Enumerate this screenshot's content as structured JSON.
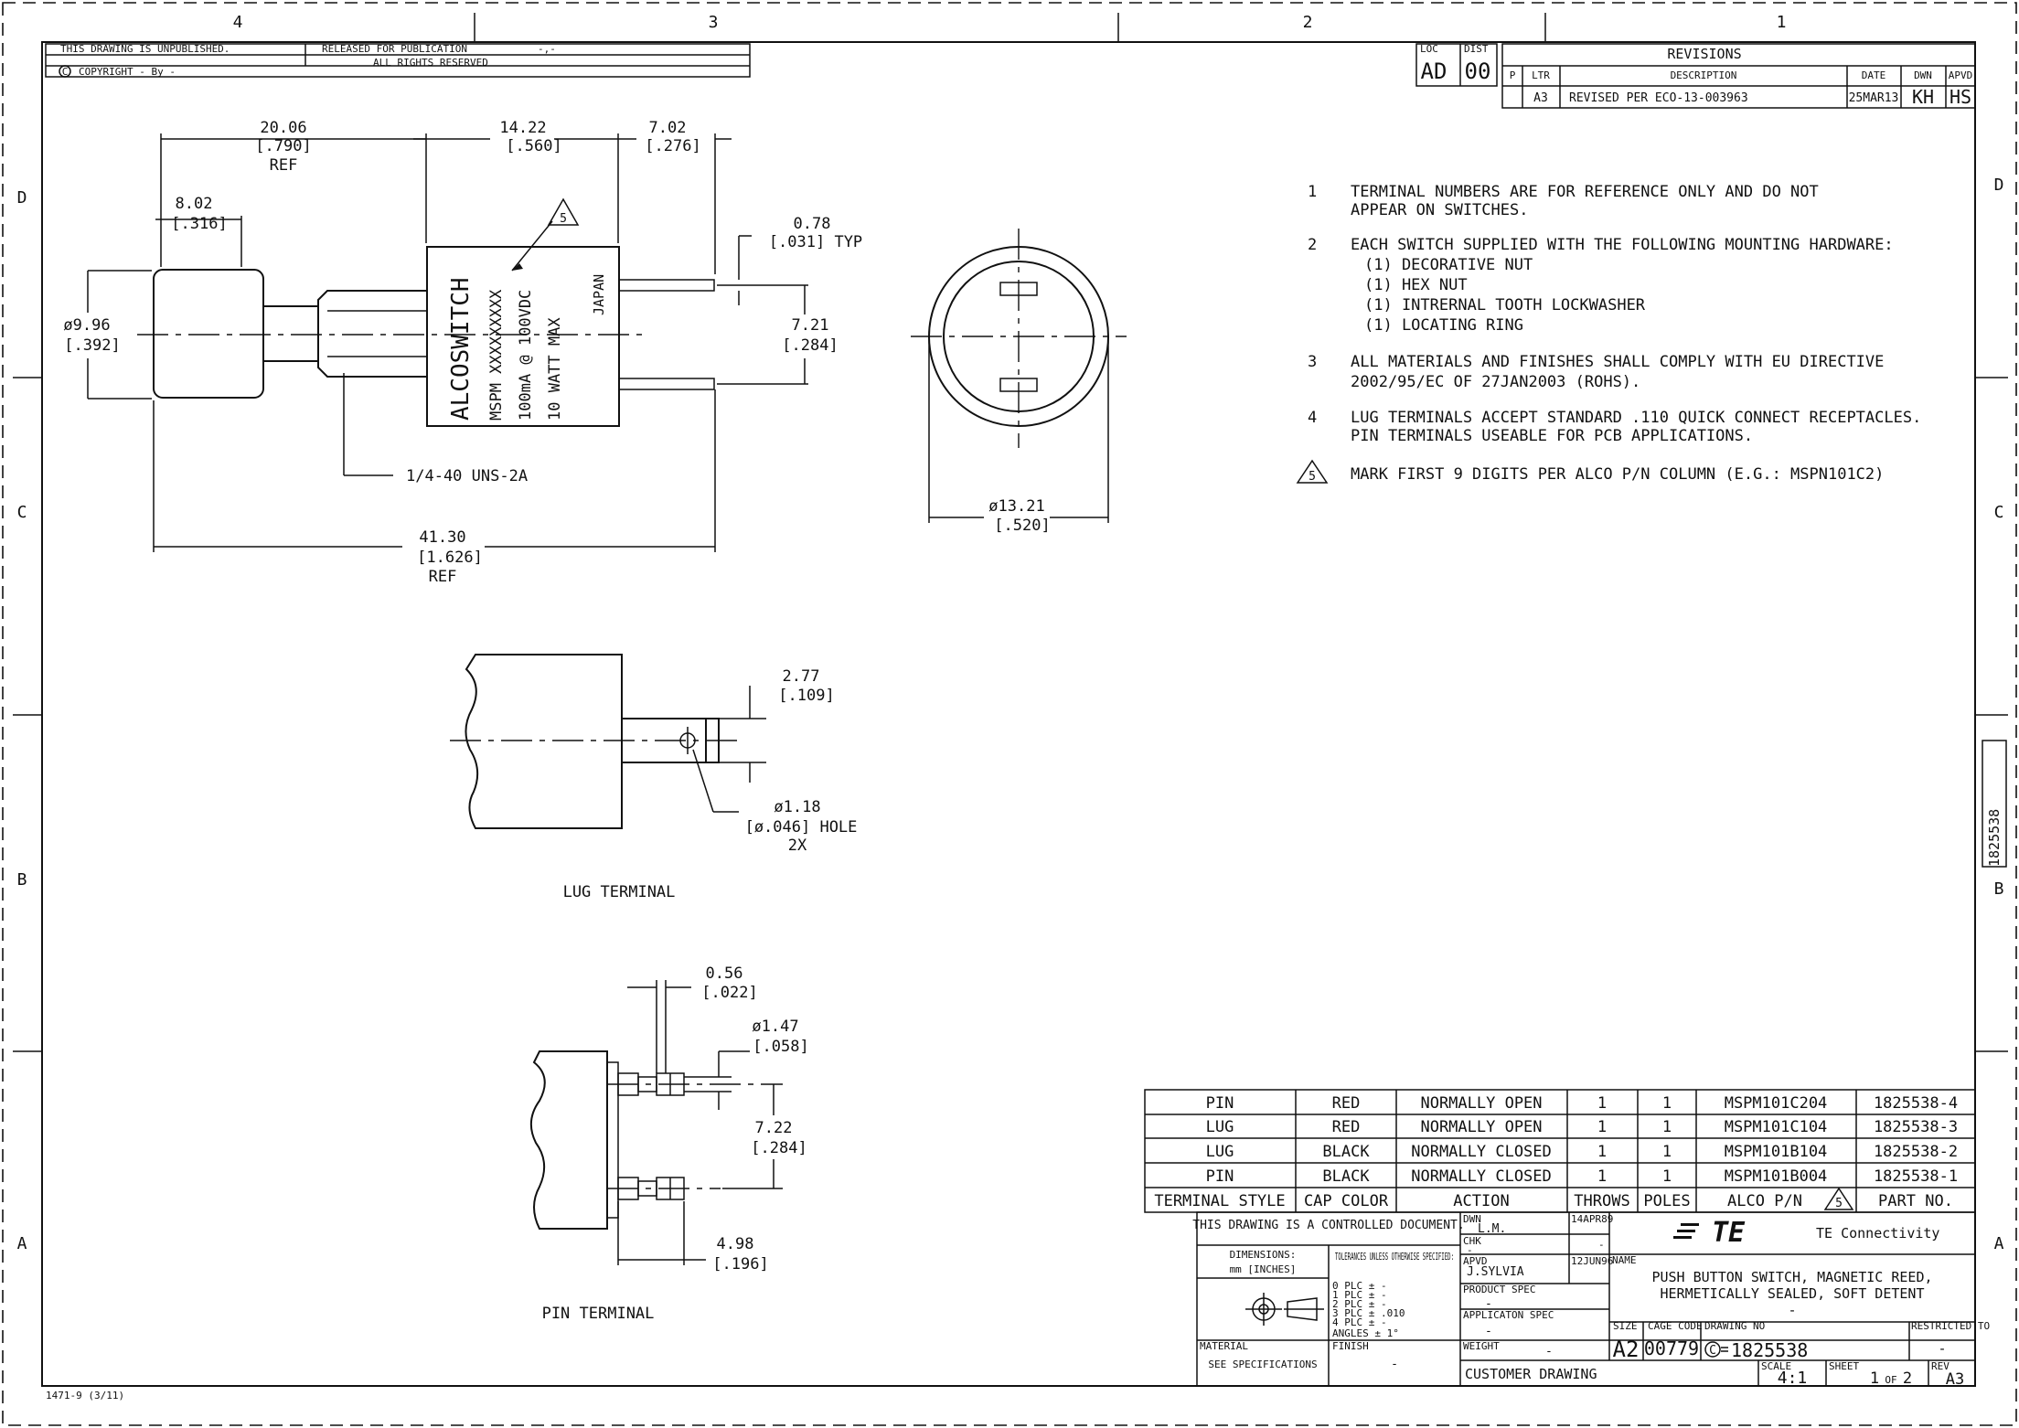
{
  "zones": {
    "cols": [
      "4",
      "3",
      "2",
      "1"
    ],
    "rows": [
      "D",
      "C",
      "B",
      "A"
    ]
  },
  "header": {
    "unpublished": "THIS DRAWING IS UNPUBLISHED.",
    "released": "RELEASED FOR PUBLICATION",
    "release_date": "-,-",
    "copyright": "COPYRIGHT  -   By -",
    "copyright_symbol": "C",
    "rights": "ALL RIGHTS RESERVED"
  },
  "loc": {
    "loc_label": "LOC",
    "loc_value": "AD",
    "dist_label": "DIST",
    "dist_value": "00"
  },
  "revisions": {
    "title": "REVISIONS",
    "headers": [
      "P",
      "LTR",
      "DESCRIPTION",
      "DATE",
      "DWN",
      "APVD"
    ],
    "row": {
      "ltr": "A3",
      "description": "REVISED PER ECO-13-003963",
      "date": "25MAR13",
      "dwn": "KH",
      "apvd": "HS"
    }
  },
  "notes": [
    {
      "num": "1",
      "lines": [
        "TERMINAL NUMBERS ARE FOR REFERENCE ONLY AND DO NOT",
        "APPEAR ON SWITCHES."
      ]
    },
    {
      "num": "2",
      "lines": [
        "EACH SWITCH SUPPLIED WITH THE FOLLOWING MOUNTING HARDWARE:",
        "(1)  DECORATIVE NUT",
        "(1)  HEX NUT",
        "(1)  INTRERNAL TOOTH LOCKWASHER",
        "(1)  LOCATING RING"
      ]
    },
    {
      "num": "3",
      "lines": [
        "ALL MATERIALS AND FINISHES SHALL COMPLY WITH EU DIRECTIVE",
        "2002/95/EC OF 27JAN2003 (ROHS)."
      ]
    },
    {
      "num": "4",
      "lines": [
        "LUG TERMINALS ACCEPT STANDARD .110 QUICK CONNECT RECEPTACLES.",
        "PIN TERMINALS USEABLE FOR PCB APPLICATIONS."
      ]
    },
    {
      "num": "5",
      "lines": [
        "MARK FIRST 9 DIGITS PER ALCO P/N COLUMN (E.G.: MSPN101C2)"
      ]
    }
  ],
  "side_view": {
    "dim_20": [
      "20.06",
      "[.790]",
      "REF"
    ],
    "dim_14": [
      "14.22",
      "[.560]"
    ],
    "dim_7": [
      "7.02",
      "[.276]"
    ],
    "dim_8": [
      "8.02",
      "[.316]"
    ],
    "dim_078": [
      "0.78",
      "[.031] TYP"
    ],
    "dim_dia": [
      "ø9.96",
      "[.392]"
    ],
    "dim_721": [
      "7.21",
      "[.284]"
    ],
    "thread": "1/4-40 UNS-2A",
    "dim_4130": [
      "41.30",
      "[1.626]",
      "REF"
    ],
    "flag": "5",
    "marking": [
      "ALCOSWITCH",
      "MSPM XXXXXXXXX",
      "100mA @ 100VDC",
      "10 WATT MAX"
    ],
    "origin": "JAPAN"
  },
  "end_view": {
    "dim": [
      "ø13.21",
      "[.520]"
    ]
  },
  "lug": {
    "title": "LUG TERMINAL",
    "dim_277": [
      "2.77",
      "[.109]"
    ],
    "dim_118": [
      "ø1.18",
      "[ø.046] HOLE",
      "2X"
    ]
  },
  "pin": {
    "title": "PIN TERMINAL",
    "dim_056": [
      "0.56",
      "[.022]"
    ],
    "dim_147": [
      "ø1.47",
      "[.058]"
    ],
    "dim_722": [
      "7.22",
      "[.284]"
    ],
    "dim_498": [
      "4.98",
      "[.196]"
    ]
  },
  "parts_table": {
    "rows": [
      [
        "PIN",
        "RED",
        "NORMALLY OPEN",
        "1",
        "1",
        "MSPM101C204",
        "1825538-4"
      ],
      [
        "LUG",
        "RED",
        "NORMALLY OPEN",
        "1",
        "1",
        "MSPM101C104",
        "1825538-3"
      ],
      [
        "LUG",
        "BLACK",
        "NORMALLY CLOSED",
        "1",
        "1",
        "MSPM101B104",
        "1825538-2"
      ],
      [
        "PIN",
        "BLACK",
        "NORMALLY CLOSED",
        "1",
        "1",
        "MSPM101B004",
        "1825538-1"
      ]
    ],
    "headers": [
      "TERMINAL STYLE",
      "CAP COLOR",
      "ACTION",
      "THROWS",
      "POLES",
      "ALCO P/N",
      "PART NO."
    ],
    "alco_flag": "5"
  },
  "title_block": {
    "controlled": "THIS DRAWING IS A CONTROLLED DOCUMENT.",
    "dimensions_label": "DIMENSIONS:",
    "dimensions_units": "mm [INCHES]",
    "tolerances": "TOLERANCES UNLESS OTHERWISE SPECIFIED:",
    "plc": [
      "0 PLC    ± -",
      "1 PLC    ± -",
      "2 PLC    ± -",
      "3 PLC    ± .010",
      "4 PLC    ± -",
      "ANGLES        ± 1°"
    ],
    "material_label": "MATERIAL",
    "material_value": "SEE SPECIFICATIONS",
    "finish_label": "FINISH",
    "finish_value": "-",
    "dwn_label": "DWN",
    "dwn_name": "L.M.",
    "dwn_date": "14APR89",
    "chk_label": "CHK",
    "chk_name": "-",
    "chk_date": "-",
    "apvd_label": "APVD",
    "apvd_name": "J.SYLVIA",
    "apvd_date": "12JUN96",
    "product_spec_label": "PRODUCT SPEC",
    "product_spec_value": "-",
    "app_spec_label": "APPLICATON SPEC",
    "app_spec_value": "-",
    "weight_label": "WEIGHT",
    "weight_value": "-",
    "customer_drawing": "CUSTOMER DRAWING",
    "logo": "TE",
    "company": "TE Connectivity",
    "name_label": "NAME",
    "name_lines": [
      "PUSH BUTTON SWITCH, MAGNETIC REED,",
      "HERMETICALLY SEALED, SOFT DETENT",
      "-"
    ],
    "size_label": "SIZE",
    "size_value": "A2",
    "cage_label": "CAGE CODE",
    "cage_value": "00779",
    "drawing_no_label": "DRAWING NO",
    "drawing_no": "1825538",
    "drawing_no_symbol": "C",
    "restricted_label": "RESTRICTED TO",
    "restricted_value": "-",
    "scale_label": "SCALE",
    "scale_value": "4:1",
    "sheet_label": "SHEET",
    "sheet_value": "1",
    "sheet_of": "OF",
    "sheet_total": "2",
    "rev_label": "REV",
    "rev_value": "A3"
  },
  "side_tab": "1825538",
  "form_no": "1471-9 (3/11)"
}
